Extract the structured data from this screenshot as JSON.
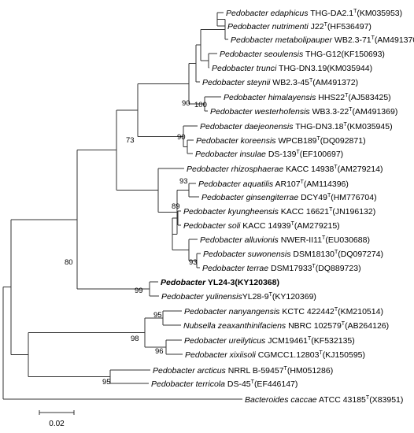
{
  "tree": {
    "scale_label": "0.02",
    "taxa": [
      {
        "genus": "Pedobacter edaphicus",
        "strain": " THG-DA2.1",
        "type": "T",
        "acc": "(KM035953)"
      },
      {
        "genus": "Pedobacter nutrimenti",
        "strain": " J22",
        "type": "T",
        "acc": "(HF536497)"
      },
      {
        "genus": "Pedobacter metabolipauper",
        "strain": " WB2.3-71",
        "type": "T",
        "acc": "(AM491370)"
      },
      {
        "genus": "Pedobacter seoulensis",
        "strain": " THG-G12",
        "type": "",
        "acc": "(KF150693)"
      },
      {
        "genus": "Pedobacter trunci",
        "strain": " THG-DN3.19",
        "type": "",
        "acc": "(KM035944)"
      },
      {
        "genus": "Pedobacter steynii",
        "strain": " WB2.3-45",
        "type": "T",
        "acc": "(AM491372)"
      },
      {
        "genus": "Pedobacter himalayensis",
        "strain": " HHS22",
        "type": "T",
        "acc": "(AJ583425)"
      },
      {
        "genus": "Pedobacter westerhofensis",
        "strain": " WB3.3-22",
        "type": "T",
        "acc": "(AM491369)"
      },
      {
        "genus": "Pedobacter daejeonensis",
        "strain": " THG-DN3.18",
        "type": "T",
        "acc": "(KM035945)"
      },
      {
        "genus": "Pedobacter koreensis",
        "strain": " WPCB189",
        "type": "T",
        "acc": "(DQ092871)"
      },
      {
        "genus": "Pedobacter insulae",
        "strain": " DS-139",
        "type": "T",
        "acc": "(EF100697)"
      },
      {
        "genus": "Pedobacter rhizosphaerae",
        "strain": " KACC 14938",
        "type": "T",
        "acc": "(AM279214)"
      },
      {
        "genus": "Pedobacter aquatilis",
        "strain": " AR107",
        "type": "T",
        "acc": "(AM114396)"
      },
      {
        "genus": "Pedobacter ginsengiterrae",
        "strain": " DCY49",
        "type": "T",
        "acc": "(HM776704)"
      },
      {
        "genus": "Pedobacter kyungheensis",
        "strain": " KACC 16621",
        "type": "T",
        "acc": "(JN196132)"
      },
      {
        "genus": "Pedobacter soli",
        "strain": " KACC 14939",
        "type": "T",
        "acc": "(AM279215)"
      },
      {
        "genus": "Pedobacter alluvionis",
        "strain": " NWER-II11",
        "type": "T",
        "acc": "(EU030688)"
      },
      {
        "genus": "Pedobacter suwonensis",
        "strain": " DSM18130",
        "type": "T",
        "acc": "(DQ097274)"
      },
      {
        "genus": "Pedobacter terrae",
        "strain": " DSM17933",
        "type": "T",
        "acc": "(DQ889723)"
      },
      {
        "genus": "Pedobacter",
        "strain": " YL24-3(KY120368)",
        "type": "",
        "acc": "",
        "bold": true
      },
      {
        "genus": "Pedobacter yulinensis",
        "strain": "YL28-9",
        "type": "T",
        "acc": "(KY120369)"
      },
      {
        "genus": "Pedobacter nanyangensis",
        "strain": " KCTC 422442",
        "type": "T",
        "acc": "(KM210514)"
      },
      {
        "genus": "Nubsella zeaxanthinifaciens",
        "strain": " NBRC 102579",
        "type": "T",
        "acc": "(AB264126)"
      },
      {
        "genus": "Pedobacter ureilyticus",
        "strain": " JCM19461",
        "type": "T",
        "acc": "(KF532135)"
      },
      {
        "genus": "Pedobacter xixiisoli",
        "strain": " CGMCC1.12803",
        "type": "T",
        "acc": "(KJ150595)"
      },
      {
        "genus": "Pedobacter arcticus",
        "strain": " NRRL B-59457",
        "type": "T",
        "acc": "(HM051286)"
      },
      {
        "genus": "Pedobacter terricola",
        "strain": " DS-45",
        "type": "T",
        "acc": "(EF446147)"
      },
      {
        "genus": "Bacteroides caccae",
        "strain": " ATCC 43185",
        "type": "T",
        "acc": "(X83951)"
      }
    ],
    "bootstrap": [
      {
        "id": "n90a",
        "value": "90"
      },
      {
        "id": "n100",
        "value": "100"
      },
      {
        "id": "n90b",
        "value": "90"
      },
      {
        "id": "n73",
        "value": "73"
      },
      {
        "id": "n93a",
        "value": "93"
      },
      {
        "id": "n89",
        "value": "89"
      },
      {
        "id": "n93b",
        "value": "93"
      },
      {
        "id": "n80",
        "value": "80"
      },
      {
        "id": "n99",
        "value": "99"
      },
      {
        "id": "n95a",
        "value": "95"
      },
      {
        "id": "n98",
        "value": "98"
      },
      {
        "id": "n96",
        "value": "96"
      },
      {
        "id": "n95b",
        "value": "95"
      }
    ]
  }
}
